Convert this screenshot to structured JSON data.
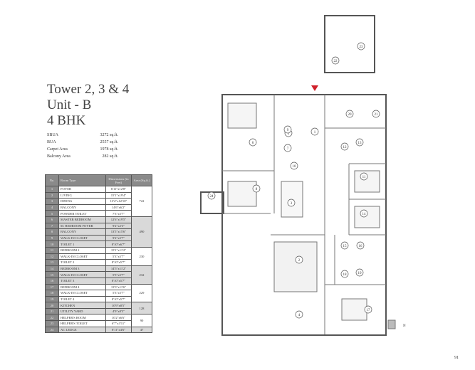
{
  "heading": {
    "line1": "Tower 2, 3 & 4",
    "line2": "Unit - B",
    "line3": "4 BHK"
  },
  "specs": [
    {
      "label": "SBUA",
      "value": "3272 sq.ft."
    },
    {
      "label": "BUA",
      "value": "2557 sq.ft."
    },
    {
      "label": "Carpet Area",
      "value": "1978 sq.ft."
    },
    {
      "label": "Balcony Area",
      "value": "282 sq.ft."
    }
  ],
  "table": {
    "headers": [
      "No.",
      "Room Type",
      "Dimensions (in Feet)",
      "Area (Sq.ft.)"
    ],
    "rows": [
      {
        "no": "1",
        "room": "FOYER",
        "dim": "6'11\"x12'8\""
      },
      {
        "no": "2",
        "room": "LIVING",
        "dim": "15'1\"x19'4\""
      },
      {
        "no": "3",
        "room": "DINING",
        "dim": "13'4\"x12'10\""
      },
      {
        "no": "4",
        "room": "BALCONY",
        "dim": "14'6\"x6'2\""
      },
      {
        "no": "5",
        "room": "POWDER TOILET",
        "dim": "7'3\"x5'7\""
      },
      {
        "no": "6",
        "room": "MASTER BEDROOM",
        "dim": "12'6\"x19'5\""
      },
      {
        "no": "7",
        "room": "M. BEDROOM FOYER",
        "dim": "9'2\"x2'3\""
      },
      {
        "no": "8",
        "room": "BALCONY",
        "dim": "13'5\"x15'6\""
      },
      {
        "no": "9",
        "room": "WALK-IN CLOSET",
        "dim": "9'2\"x5'7\""
      },
      {
        "no": "10",
        "room": "TOILET 1",
        "dim": "8'10\"x6'7\""
      },
      {
        "no": "11",
        "room": "BEDROOM 2",
        "dim": "15'1\"x11'2\""
      },
      {
        "no": "12",
        "room": "WALK-IN CLOSET",
        "dim": "5'3\"x5'7\""
      },
      {
        "no": "13",
        "room": "TOILET 2",
        "dim": "8'10\"x5'7\""
      },
      {
        "no": "14",
        "room": "BEDROOM 3",
        "dim": "14'5\"x11'2\""
      },
      {
        "no": "15",
        "room": "WALK-IN CLOSET",
        "dim": "5'5\"x5'7\""
      },
      {
        "no": "16",
        "room": "TOILET 3",
        "dim": "8'10\"x5'7\""
      },
      {
        "no": "17",
        "room": "BEDROOM 4",
        "dim": "13'3\"x11'6\""
      },
      {
        "no": "18",
        "room": "WALK-IN CLOSET",
        "dim": "5'3\"x5'7\""
      },
      {
        "no": "19",
        "room": "TOILET 4",
        "dim": "8'10\"x5'7\""
      },
      {
        "no": "20",
        "room": "KITCHEN",
        "dim": "10'9\"x8'5\""
      },
      {
        "no": "21",
        "room": "UTILITY YARD",
        "dim": "4'9\"x8'5\""
      },
      {
        "no": "22",
        "room": "HELPER'S ROOM",
        "dim": "10'2\"x6'6\""
      },
      {
        "no": "23",
        "room": "HELPER'S TOILET",
        "dim": "6'7\"x3'11\""
      },
      {
        "no": "24",
        "room": "AC LEDGE",
        "dim": "8'11\"x4'6\""
      }
    ],
    "area_groups": [
      {
        "area": "722",
        "span": 5,
        "shade": false
      },
      {
        "area": "490",
        "span": 5,
        "shade": true
      },
      {
        "area": "230",
        "span": 3,
        "shade": false
      },
      {
        "area": "232",
        "span": 3,
        "shade": true
      },
      {
        "area": "229",
        "span": 3,
        "shade": false
      },
      {
        "area": "128",
        "span": 2,
        "shade": true
      },
      {
        "area": "90",
        "span": 2,
        "shade": false
      },
      {
        "area": "47",
        "span": 1,
        "shade": true
      }
    ]
  },
  "compass": "N",
  "page_number": "91",
  "colors": {
    "entry_marker": "#d0202a",
    "walls": "#555555"
  }
}
